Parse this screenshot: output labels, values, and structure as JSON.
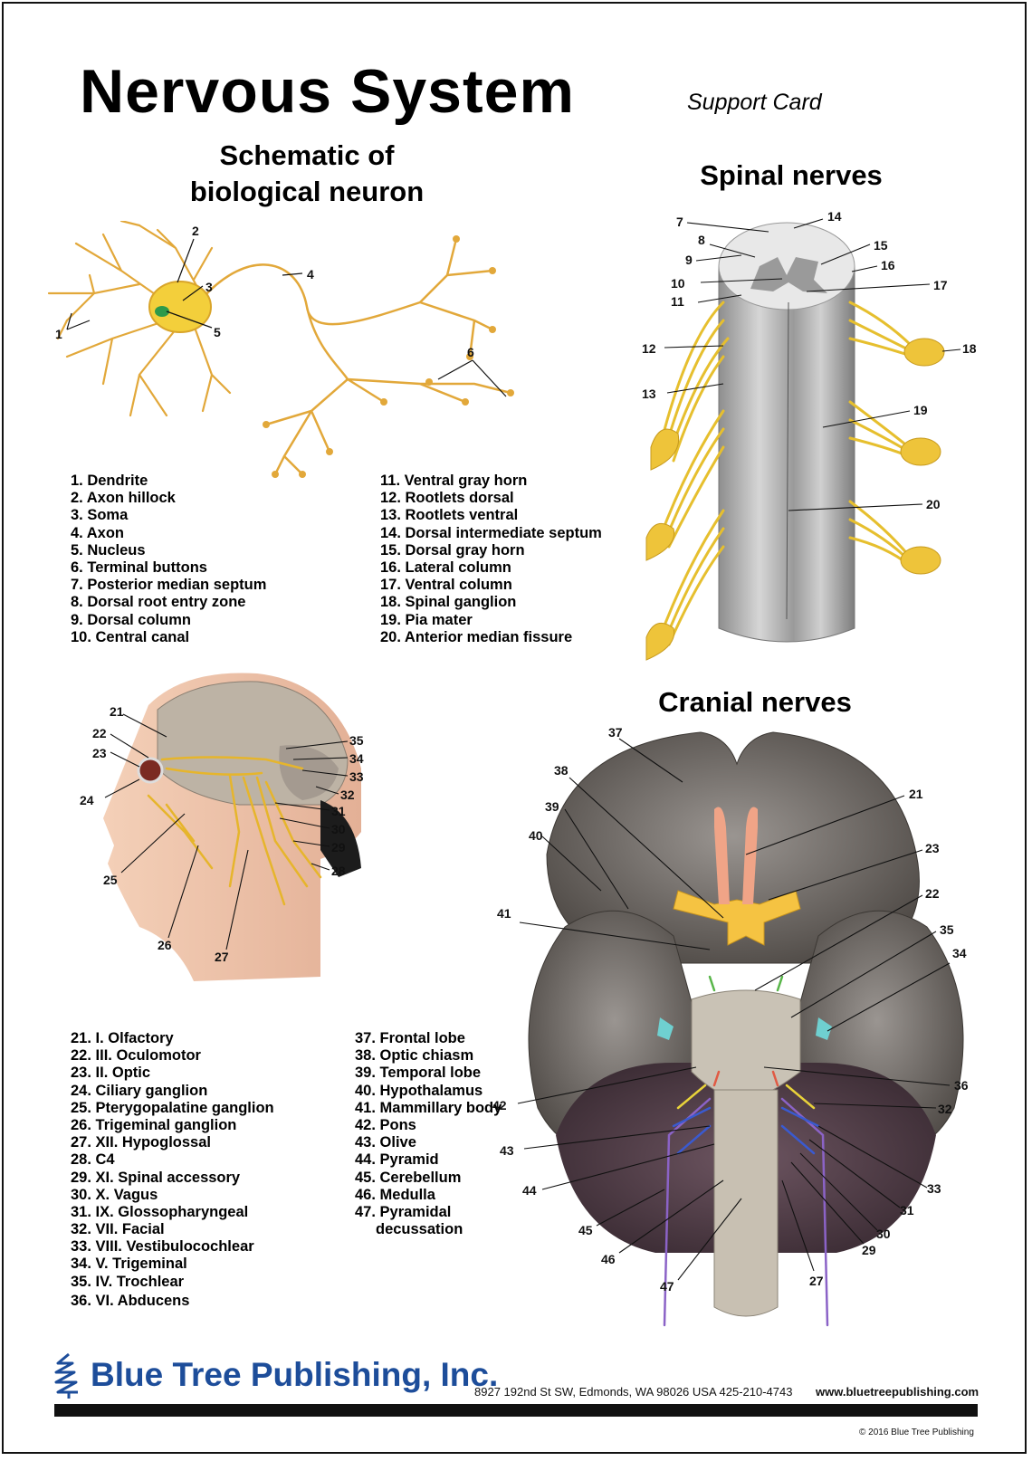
{
  "header": {
    "title": "Nervous System",
    "subtitle": "Support Card"
  },
  "sections": {
    "neuron_line1": "Schematic of",
    "neuron_line2": "biological neuron",
    "spinal": "Spinal nerves",
    "cranial": "Cranial nerves"
  },
  "legend1": [
    "1. Dendrite",
    "2. Axon hillock",
    "3. Soma",
    "4. Axon",
    "5. Nucleus",
    "6. Terminal buttons",
    "7. Posterior median septum",
    "8. Dorsal root entry zone",
    "9. Dorsal column",
    "10. Central canal"
  ],
  "legend2": [
    "11. Ventral gray horn",
    "12. Rootlets dorsal",
    "13. Rootlets ventral",
    "14. Dorsal intermediate septum",
    "15. Dorsal gray horn",
    "16. Lateral column",
    "17. Ventral column",
    "18. Spinal ganglion",
    "19. Pia mater",
    "20. Anterior median fissure"
  ],
  "legend3": [
    "21. I. Olfactory",
    "22. III. Oculomotor",
    "23. II. Optic",
    "24. Ciliary ganglion",
    "25. Pterygopalatine ganglion",
    "26. Trigeminal ganglion",
    "27. XII. Hypoglossal",
    "28. C4",
    "29. XI. Spinal accessory",
    "30. X. Vagus",
    "31. IX. Glossopharyngeal",
    "32. VII. Facial",
    "33. VIII. Vestibulocochlear",
    "34. V. Trigeminal",
    "35. IV. Trochlear",
    "36. VI. Abducens"
  ],
  "legend4": [
    "37. Frontal lobe",
    "38. Optic chiasm",
    "39. Temporal lobe",
    "40. Hypothalamus",
    "41. Mammillary body",
    "42. Pons",
    "43. Olive",
    "44. Pyramid",
    "45. Cerebellum",
    "46. Medulla",
    "47. Pyramidal",
    "decussation"
  ],
  "labels": {
    "n1": "1",
    "n2": "2",
    "n3": "3",
    "n4": "4",
    "n5": "5",
    "n6": "6",
    "s7": "7",
    "s8": "8",
    "s9": "9",
    "s10": "10",
    "s11": "11",
    "s12": "12",
    "s13": "13",
    "s14": "14",
    "s15": "15",
    "s16": "16",
    "s17": "17",
    "s18": "18",
    "s19": "19",
    "s20": "20",
    "h21": "21",
    "h22": "22",
    "h23": "23",
    "h24": "24",
    "h25": "25",
    "h26": "26",
    "h27": "27",
    "h28": "28",
    "h29": "29",
    "h30": "30",
    "h31": "31",
    "h32": "32",
    "h33": "33",
    "h34": "34",
    "h35": "35",
    "c21": "21",
    "c22": "22",
    "c23": "23",
    "c27": "27",
    "c29": "29",
    "c30": "30",
    "c31": "31",
    "c32": "32",
    "c33": "33",
    "c34": "34",
    "c35": "35",
    "c36": "36",
    "c37": "37",
    "c38": "38",
    "c39": "39",
    "c40": "40",
    "c41": "41",
    "c42": "42",
    "c43": "43",
    "c44": "44",
    "c45": "45",
    "c46": "46",
    "c47": "47"
  },
  "footer": {
    "name": "Blue Tree Publishing, Inc.",
    "address": "8927 192nd St SW, Edmonds, WA 98026 USA 425-210-4743",
    "url": "www.bluetreepublishing.com",
    "copyright": "© 2016 Blue Tree Publishing"
  },
  "colors": {
    "nerve": "#e9b83a",
    "brand": "#1d4d9a",
    "spine": "#b9b9b9",
    "brain": "#6e6a66"
  }
}
